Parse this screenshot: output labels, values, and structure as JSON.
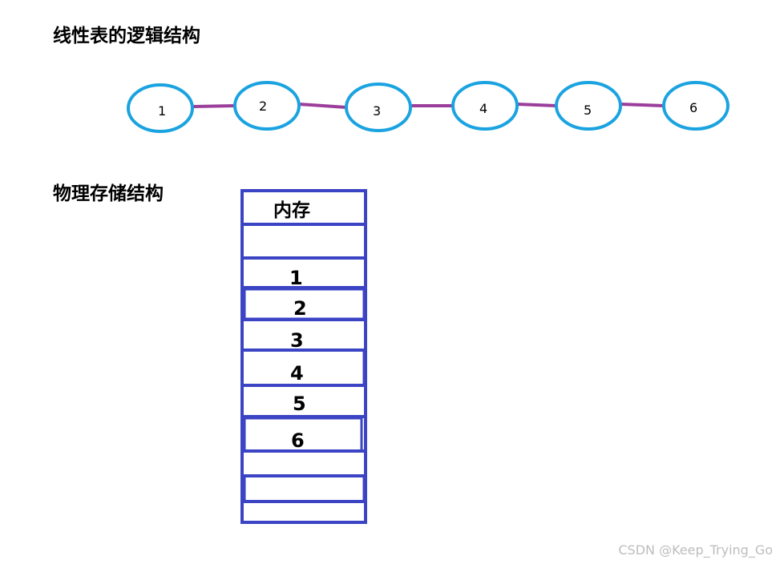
{
  "headings": {
    "logical": "线性表的逻辑结构",
    "physical": "物理存储结构"
  },
  "logical_list": {
    "nodes": [
      "1",
      "2",
      "3",
      "4",
      "5",
      "6"
    ],
    "node_color": "#1aa3e0",
    "link_color": "#9b3d9b"
  },
  "memory": {
    "header": "内存",
    "cells": [
      "",
      "1",
      "2",
      "3",
      "4",
      "5",
      "6",
      "",
      "",
      ""
    ],
    "border_color": "#3b44c4"
  },
  "watermark": "CSDN @Keep_Trying_Go"
}
